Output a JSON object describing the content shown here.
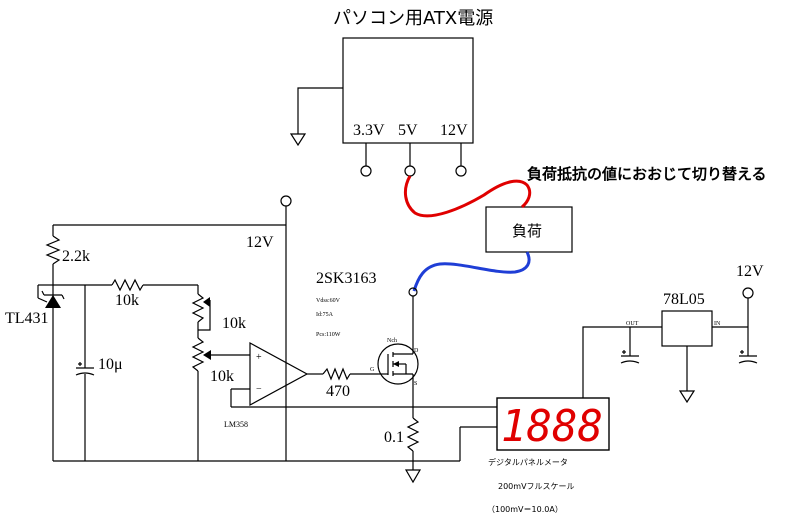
{
  "title": "パソコン用ATX電源",
  "psu": {
    "outputs": [
      "3.3V",
      "5V",
      "12V"
    ]
  },
  "annotation": "負荷抵抗の値におおじて切り替える",
  "load_label": "負荷",
  "supply": {
    "left_12v": "12V",
    "right_12v": "12V"
  },
  "mosfet": {
    "name": "2SK3163",
    "specs": [
      "Vdss:60V",
      "Id:75A",
      "Pcs:110W"
    ]
  },
  "regulator": {
    "name": "78L05",
    "out_pin": "OUT",
    "in_pin": "IN"
  },
  "components": {
    "r_2k2": "2.2k",
    "tl431": "TL431",
    "r_10k_a": "10k",
    "r_10k_b": "10k",
    "r_10k_c": "10k",
    "cap": "10μ",
    "r_470": "470",
    "r_shunt": "0.1",
    "opamp": "LM358"
  },
  "meter": {
    "display": "1888",
    "caption": [
      "デジタルパネルメータ",
      "200mVフルスケール",
      "（100mV＝10.0A）"
    ],
    "digit_color": "#e00000"
  },
  "wire_colors": {
    "red": "#e00000",
    "blue": "#1f3ed6"
  }
}
